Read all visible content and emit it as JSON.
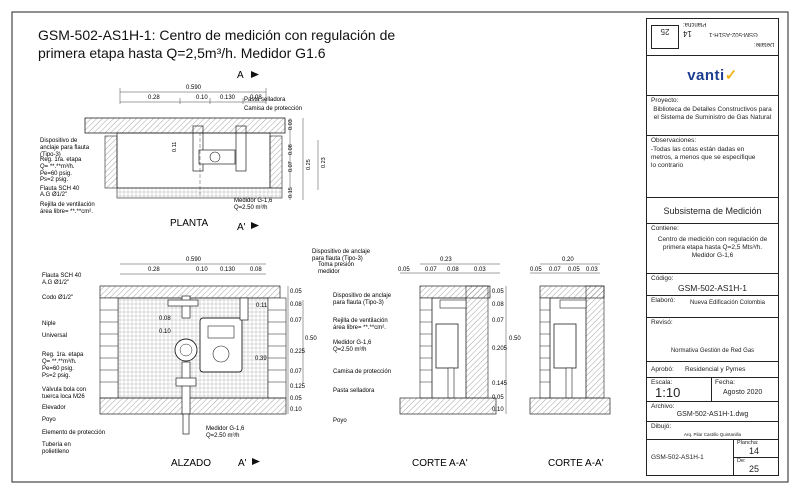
{
  "title": {
    "line1": "GSM-502-AS1H-1: Centro de medición con regulación de",
    "line2": "primera etapa hasta Q=2,5m³/h.  Medidor G1.6"
  },
  "plan": {
    "section_label": "A",
    "section_label_prime": "A'",
    "view_name": "PLANTA",
    "dim_total": "0.590",
    "dims_top": [
      "0.28",
      "0.10",
      "0.130",
      "0.08"
    ],
    "dims_right": [
      "0.03",
      "0.08",
      "0.07",
      "0.25",
      "0.23",
      "0.15"
    ],
    "dim_side": "0.11",
    "labels": {
      "pasta": "Pasta selladora",
      "camisa": "Camisa de protección",
      "dispositivo1": "Dispositivo de",
      "dispositivo2": "anclaje para flauta",
      "dispositivo3": "(Tipo-3)",
      "reg1": "Reg. 1ra. etapa",
      "reg2": "Q= **.**m³/h.",
      "reg3": "Pe=60 psig.",
      "reg4": "Ps=2 psig.",
      "flauta1": "Flauta SCH 40",
      "flauta2": "A.G Ø1/2\"",
      "rejilla1": "Rejilla de ventilación",
      "rejilla2": "área libre= **.**cm².",
      "medidor1": "Medidor G-1,6",
      "medidor2": "Q=2.50 m³/h"
    }
  },
  "alzado": {
    "view_name": "ALZADO",
    "section_label_prime": "A'",
    "dim_total": "0.590",
    "dims_top": [
      "0.28",
      "0.10",
      "0.130",
      "0.08"
    ],
    "dims_right": [
      "0.05",
      "0.08",
      "0.11",
      "0.07",
      "0.225",
      "0.39",
      "0.07",
      "0.125",
      "0.05",
      "0.10",
      "0.50"
    ],
    "dims_left": [
      "0.08",
      "0.10"
    ],
    "labels": {
      "dispositivo1": "Dispositivo de anclaje",
      "dispositivo2": "para flauta (Tipo-3)",
      "toma1": "Toma presión",
      "toma2": "medidor",
      "flauta1": "Flauta SCH 40",
      "flauta2": "A.G Ø1/2\"",
      "codo": "Codo Ø1/2\"",
      "niple": "Niple",
      "universal": "Universal",
      "reg1": "Reg. 1ra. etapa",
      "reg2": "Q= **.**m³/h.",
      "reg3": "Pe=60 psig.",
      "reg4": "Ps=2 psig.",
      "valvula1": "Válvula bola con",
      "valvula2": "tuerca loca M26",
      "elevador": "Elevador",
      "poyo": "Poyo",
      "elemento": "Elemento de protección",
      "tuberia1": "Tubería en",
      "tuberia2": "polietileno",
      "medidor1": "Medidor G-1,6",
      "medidor2": "Q=2.50 m³/h"
    }
  },
  "corte1": {
    "view_name": "CORTE A-A'",
    "dim_total": "0.23",
    "dims_top": [
      "0.05",
      "0.07",
      "0.08",
      "0.03"
    ],
    "dims_right": [
      "0.05",
      "0.08",
      "0.07",
      "0.50",
      "0.205",
      "0.145",
      "0.05",
      "0.10"
    ],
    "labels": {
      "dispositivo1": "Dispositivo de anclaje",
      "dispositivo2": "para flauta (Tipo-3)",
      "rejilla1": "Rejilla de ventilación",
      "rejilla2": "área libre= **.**cm².",
      "medidor1": "Medidor G-1,6",
      "medidor2": "Q=2.50 m³/h",
      "camisa": "Camisa de protección",
      "pasta": "Pasta selladora",
      "poyo": "Poyo"
    }
  },
  "corte2": {
    "view_name": "CORTE A-A'",
    "dim_total": "0.20",
    "dims_top": [
      "0.05",
      "0.07",
      "0.05",
      "0.03"
    ]
  },
  "panel": {
    "top_label": "Detalle:",
    "top_code": "GSM-502-AS1H-1",
    "plancha_label": "Plancha:",
    "plancha": "14",
    "total": "25",
    "brand": "vanti",
    "proyecto_label": "Proyecto:",
    "proyecto": "Biblioteca de Detalles Constructivos para el Sistema de Suministro de Gas Natural",
    "obs_label": "Observaciones:",
    "obs": "-Todas las cotas están dadas en metros, a menos que se especifique lo contrario",
    "subsistema": "Subsistema de Medición",
    "contiene_label": "Contiene:",
    "contiene": "Centro de medición con regulación de primera etapa hasta Q=2,5 Mts³/h. Medidor G-1,6",
    "codigo_label": "Código:",
    "codigo": "GSM-502-AS1H-1",
    "elaboro_label": "Elaboró:",
    "elaboro": "Nueva Edificación Colombia",
    "reviso_label": "Revisó:",
    "reviso": "Normativa Gestión de Red Gas",
    "aprobo_label": "Aprobó:",
    "aprobo": "Residencial y Pymes",
    "escala_label": "Escala:",
    "escala": "1:10",
    "fecha_label": "Fecha:",
    "fecha": "Agosto 2020",
    "archivo_label": "Archivo:",
    "archivo": "GSM-502-AS1H-1.dwg",
    "dibujo_label": "Dibujó:",
    "dibujo": "Arq. Pilar Castillo Quintanilla",
    "bottom_code": "GSM-502-AS1H-1",
    "bottom_plancha_label": "Plancha:",
    "bottom_plancha": "14",
    "bottom_de": "De:",
    "bottom_total": "25"
  },
  "colors": {
    "brand": "#1d3f8f",
    "brand_accent": "#f2b51c",
    "hatch": "#888888"
  }
}
